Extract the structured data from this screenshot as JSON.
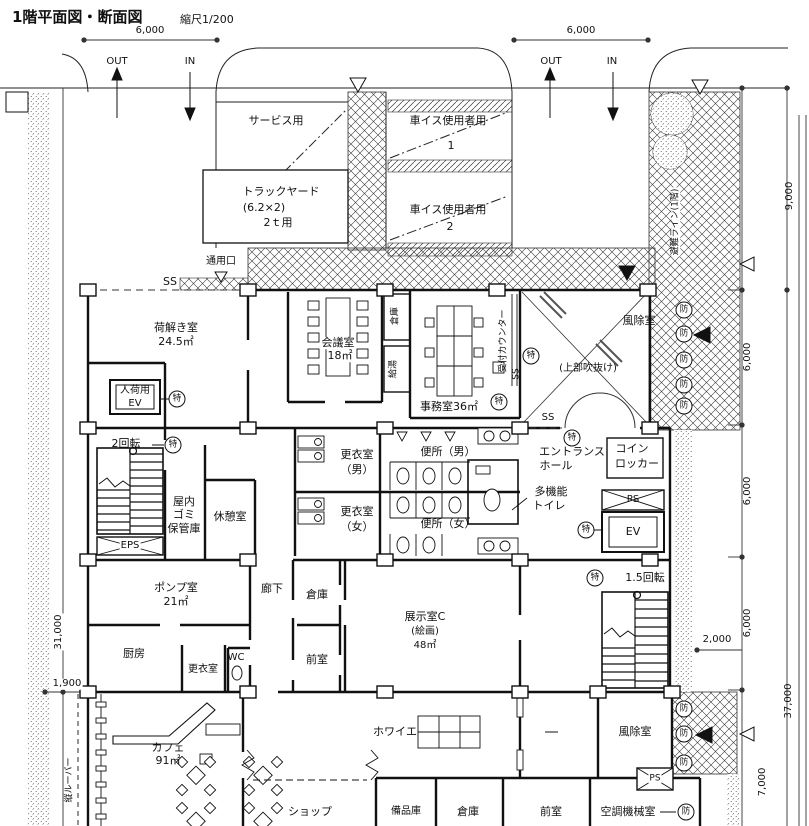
{
  "title": {
    "main": "1階平面図・断面図",
    "scale": "縮尺1/200"
  },
  "dims": {
    "d6000": "6,000",
    "d9000": "9,000",
    "d2000": "2,000",
    "d37000": "37,000",
    "d7000": "7,000",
    "d31000": "31,000",
    "d1900": "1,900"
  },
  "traffic": {
    "out": "OUT",
    "in": "IN"
  },
  "site": {
    "service": "サービス用",
    "wheelchair": "車イス使用者用",
    "stall1": "1",
    "stall2": "2",
    "truck1": "トラックヤード",
    "truck2": "(6.2×2)",
    "truck3": "2ｔ用",
    "gate": "通用口",
    "escape": "避難ライン(1階)",
    "louver": "縦ルーバー"
  },
  "rooms": {
    "unload": "荷解き室",
    "unload_a": "24.5㎡",
    "meeting": "会議室",
    "meeting_a": "18㎡",
    "store": "倉庫",
    "kyuto": "給湯",
    "office": "事務室36㎡",
    "counter": "受付カウンター",
    "windbreak": "風除室",
    "atrium": "(上部吹抜け)",
    "entrance1": "エントランス",
    "entrance2": "ホール",
    "locker1": "コイン",
    "locker2": "ロッカー",
    "fev1": "人荷用",
    "fev2": "EV",
    "turn2": "2回転",
    "turn15": "1.5回転",
    "chg": "更衣室",
    "m": "（男）",
    "f": "（女）",
    "wc_m": "便所（男）",
    "wc_f": "便所（女）",
    "multi1": "多機能",
    "multi2": "トイレ",
    "garb1": "屋内",
    "garb2": "ゴミ",
    "garb3": "保管庫",
    "rest": "休憩室",
    "pump": "ポンプ室",
    "pump_a": "21㎡",
    "corridor": "廊下",
    "ante": "前室",
    "ex1": "展示室C",
    "ex2": "(絵画)",
    "ex3": "48㎡",
    "kitchen": "厨房",
    "wc": "WC",
    "cafe": "カフェ",
    "cafe_a": "91㎡",
    "foyer": "ホワイエ",
    "shop": "ショップ",
    "equip": "備品庫",
    "hvac": "空調機械室",
    "ev": "EV"
  },
  "marks": {
    "ss": "SS",
    "eps": "EPS",
    "ps": "PS",
    "special": "特",
    "fire": "防"
  }
}
